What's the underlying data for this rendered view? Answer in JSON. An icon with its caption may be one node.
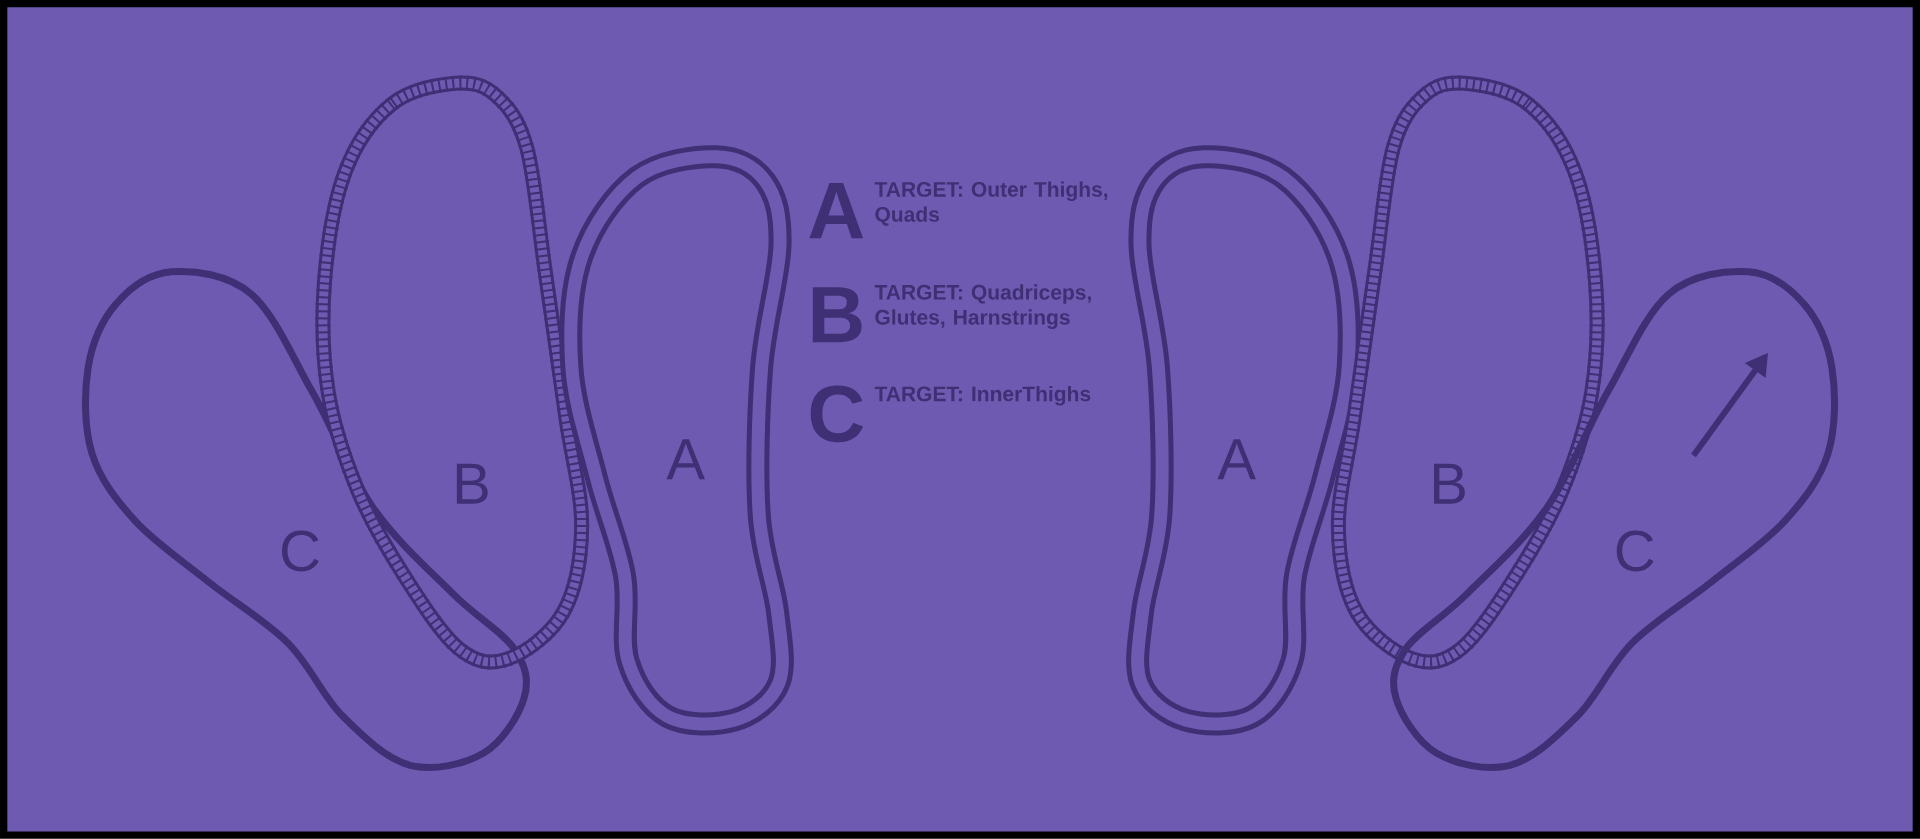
{
  "diagram": {
    "nodes": [
      {
        "text": [
          "C"
        ]
      },
      {
        "text": [
          "B"
        ]
      },
      {
        "text": [
          "A"
        ]
      },
      {
        "text": [
          "A"
        ]
      },
      {
        "text": [
          "B"
        ]
      },
      {
        "text": [
          "C"
        ]
      }
    ],
    "labels": [
      "A",
      "TARGET: Outer Thighs, Quads",
      "B",
      "TARGET: Quadriceps, Glutes, Harnstrings",
      "C",
      "TARGET: InnerThighs"
    ]
  }
}
